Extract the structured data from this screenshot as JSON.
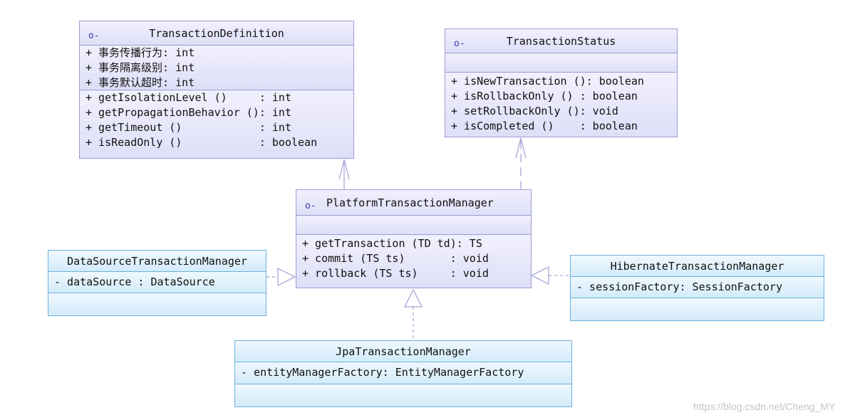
{
  "interface_marker": "o-",
  "classes": {
    "transaction_definition": {
      "name": "TransactionDefinition",
      "attributes": [
        "+ 事务传播行为: int",
        "+ 事务隔离级别: int",
        "+ 事务默认超时: int"
      ],
      "operations": [
        "+ getIsolationLevel ()     : int",
        "+ getPropagationBehavior (): int",
        "+ getTimeout ()            : int",
        "+ isReadOnly ()            : boolean"
      ]
    },
    "transaction_status": {
      "name": "TransactionStatus",
      "operations": [
        "+ isNewTransaction (): boolean",
        "+ isRollbackOnly () : boolean",
        "+ setRollbackOnly (): void",
        "+ isCompleted ()    : boolean"
      ]
    },
    "platform_transaction_manager": {
      "name": "PlatformTransactionManager",
      "operations": [
        "+ getTransaction (TD td): TS",
        "+ commit (TS ts)       : void",
        "+ rollback (TS ts)     : void"
      ]
    },
    "datasource_transaction_manager": {
      "name": "DataSourceTransactionManager",
      "attributes": [
        "- dataSource : DataSource"
      ]
    },
    "hibernate_transaction_manager": {
      "name": "HibernateTransactionManager",
      "attributes": [
        "- sessionFactory: SessionFactory"
      ]
    },
    "jpa_transaction_manager": {
      "name": "JpaTransactionManager",
      "attributes": [
        "- entityManagerFactory: EntityManagerFactory"
      ]
    }
  },
  "watermark": "https://blog.csdn.net/Cheng_MY",
  "colors": {
    "interface_border": "#9b9bd6",
    "interface_fill": "#e6e6fa",
    "class_border": "#6fb0dc",
    "class_fill": "#dcf0fc",
    "connector": "#a8a8d8"
  }
}
